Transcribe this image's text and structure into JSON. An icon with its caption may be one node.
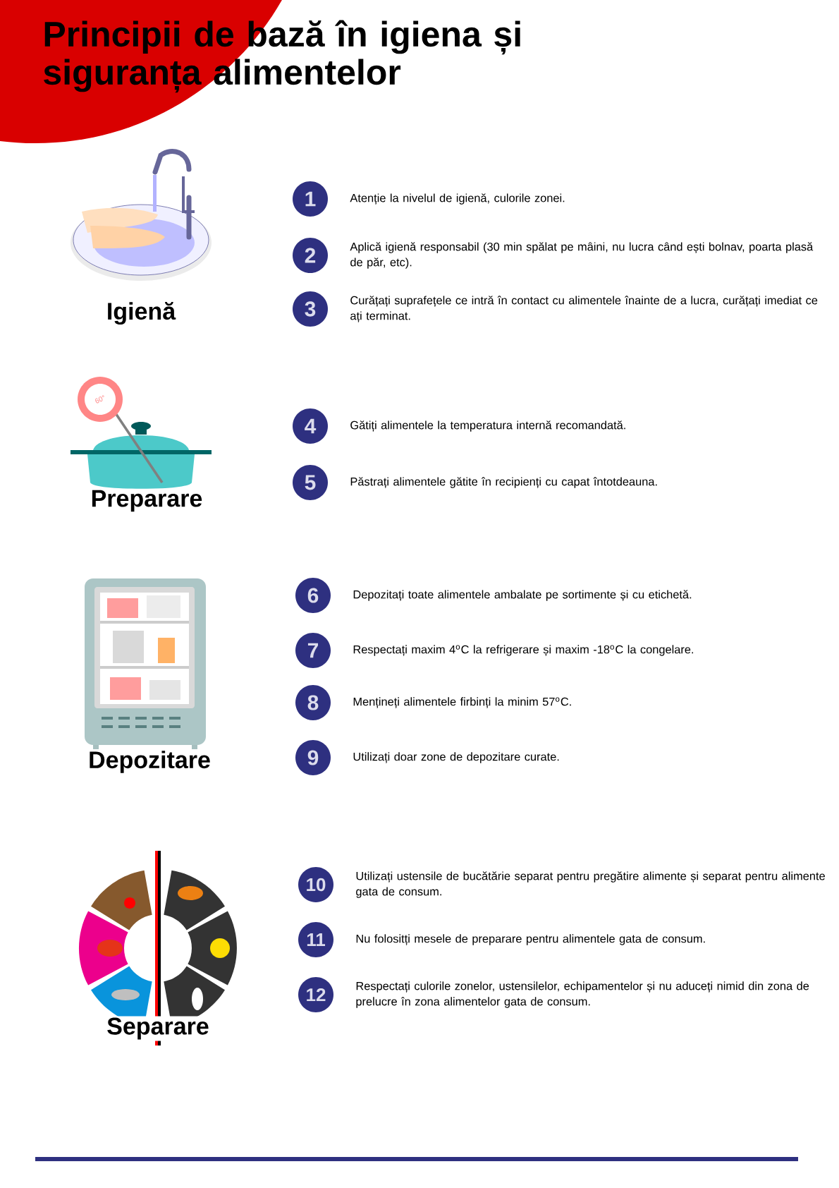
{
  "diagram": {
    "title": "Principii de bază în igiena și siguranța alimentelor",
    "nodes": [
      {
        "text": [
          "1"
        ],
        "beside": [
          "Atenție la nivelul de igienă, culorile zonei."
        ]
      },
      {
        "text": [
          "2"
        ],
        "beside": [
          "Aplică igienă responsabil (30 min spălat pe mâini, nu lucra când ești bolnav, poarta plasă de păr, etc)."
        ]
      },
      {
        "text": [
          "3"
        ],
        "beside": [
          "Curățați suprafețele ce intră în contact cu alimentele înainte de a lucra, curățați imediat ce ați terminat."
        ]
      },
      {
        "text": [
          "4"
        ],
        "beside": [
          "Gătiți alimentele la temperatura internă recomandată."
        ]
      },
      {
        "text": [
          "5"
        ],
        "beside": [
          "Păstrați alimentele gătite în recipienți cu capat întotdeauna."
        ]
      },
      {
        "text": [
          "6"
        ],
        "beside": [
          "Depozitați toate alimentele ambalate pe sortimente și cu etichetă."
        ]
      },
      {
        "text": [
          "7"
        ],
        "beside": [
          "Respectați maxim 4$^{o}$C la refrigerare și maxim -18$^{o}$C la congelare."
        ]
      },
      {
        "text": [
          "8"
        ],
        "beside": [
          "Mențineți alimentele firbinți la minim 57$^{o}$C."
        ]
      },
      {
        "text": [
          "9"
        ],
        "beside": [
          "Utilizați doar zone de depozitare curate."
        ]
      },
      {
        "text": [
          "10"
        ],
        "beside": [
          "Utilizați ustensile de bucătărie separat pentru pregătire alimente și separat pentru alimente gata de consum."
        ]
      },
      {
        "text": [
          "11"
        ],
        "beside": [
          "Nu folositți mesele de preparare pentru alimentele gata de consum."
        ]
      },
      {
        "text": [
          "12"
        ],
        "beside": [
          "Respectați culorile zonelor, ustensilelor, echipamentelor și nu aduceți nimid din zona de prelucre în zona alimentelor gata de consum."
        ]
      }
    ],
    "labels": [
      "Igienă",
      "60°",
      "Preparare",
      "Depozitare",
      "Separare"
    ]
  }
}
